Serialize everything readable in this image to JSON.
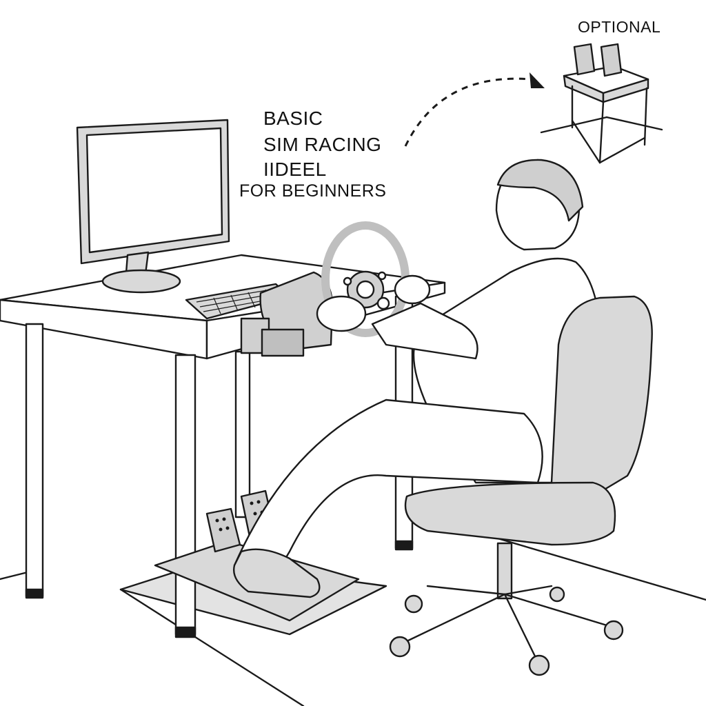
{
  "labels": {
    "optional": "OPTIONAL",
    "line1": "BASIC",
    "line2": "SIM RACING",
    "line3": "IIDEEL",
    "line4": "FOR BEGINNERS"
  },
  "colors": {
    "line": "#1a1a1a",
    "fill_light": "#ffffff",
    "fill_gray": "#d9d9d9",
    "fill_mid": "#bfbfbf"
  },
  "icons": {
    "monitor": "monitor-icon",
    "wheel": "steering-wheel-icon",
    "pedals": "pedals-icon",
    "chair": "office-chair-icon",
    "arrow": "dashed-arrow-icon"
  }
}
